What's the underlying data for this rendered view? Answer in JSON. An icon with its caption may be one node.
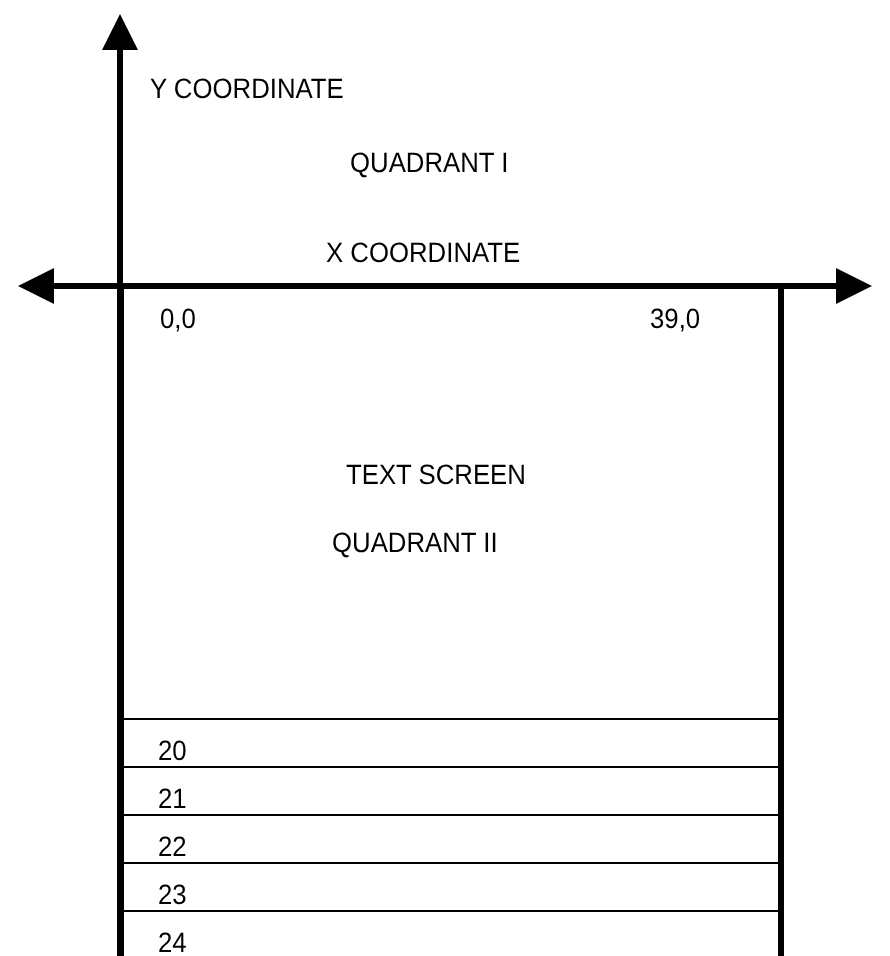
{
  "diagram": {
    "nodes": [
      {
        "text": [
          "TEXT SCREEN",
          "QUADRANT II"
        ]
      },
      {
        "text": [
          "20"
        ],
        "in": 0
      },
      {
        "text": [
          "21"
        ],
        "in": 0
      },
      {
        "text": [
          "22"
        ],
        "in": 0
      },
      {
        "text": [
          "23"
        ],
        "in": 0
      },
      {
        "text": [
          "24"
        ],
        "in": 0
      }
    ],
    "labels": [
      "Y COORDINATE",
      "QUADRANT I",
      "X COORDINATE",
      "0,0",
      "39,0"
    ]
  }
}
